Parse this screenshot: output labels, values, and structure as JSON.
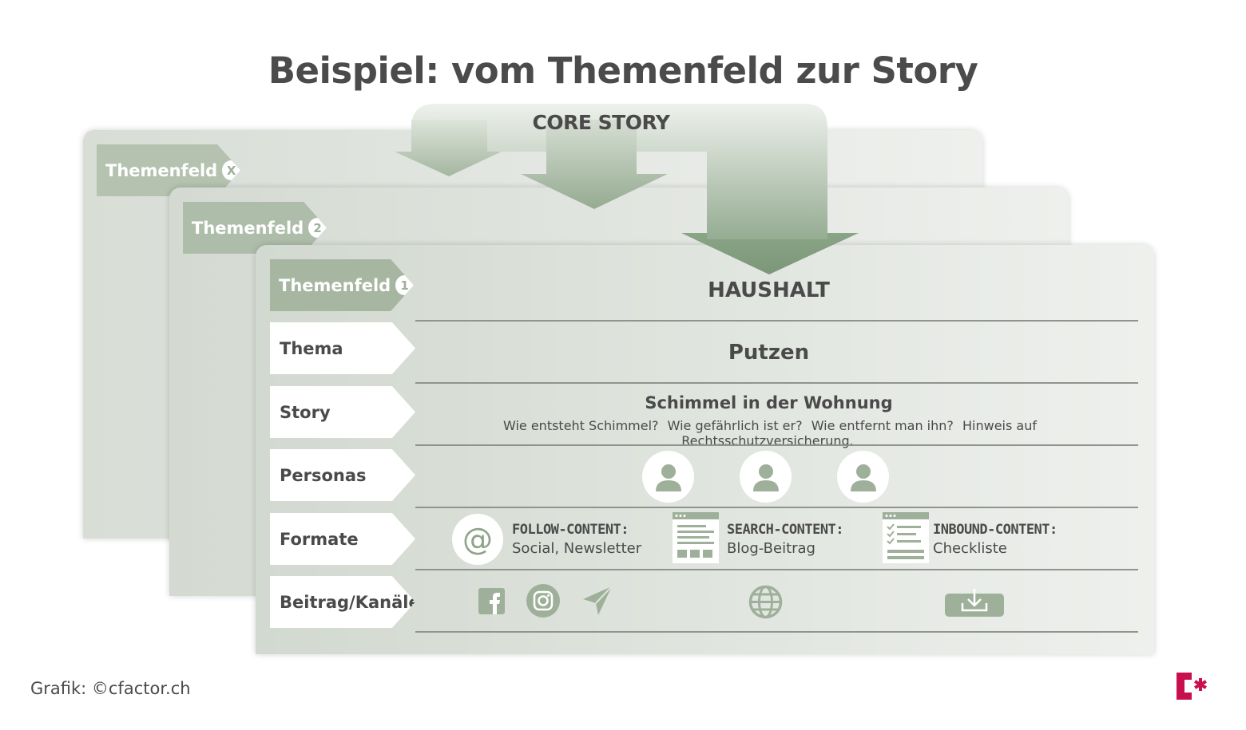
{
  "title": "Beispiel: vom Themenfeld zur Story",
  "core_story": "CORE STORY",
  "themenfelder": [
    {
      "label": "Themenfeld",
      "badge": "X"
    },
    {
      "label": "Themenfeld",
      "badge": "2"
    },
    {
      "label": "Themenfeld",
      "badge": "1"
    }
  ],
  "rows": {
    "thema": "Thema",
    "story": "Story",
    "personas": "Personas",
    "formate": "Formate",
    "kanaele": "Beitrag/Kanäle"
  },
  "content": {
    "haushalt": "HAUSHALT",
    "putzen": "Putzen",
    "story_title": "Schimmel in der Wohnung",
    "questions": [
      "Wie entsteht Schimmel?",
      "Wie gefährlich ist er?",
      "Wie entfernt man ihn?",
      "Hinweis auf Rechtsschutzversicherung."
    ]
  },
  "personas": [
    "person-icon",
    "person-icon",
    "person-icon"
  ],
  "formate": [
    {
      "type": "FOLLOW-CONTENT:",
      "desc": "Social, Newsletter",
      "icon": "at-icon"
    },
    {
      "type": "SEARCH-CONTENT:",
      "desc": "Blog-Beitrag",
      "icon": "blog-page-icon"
    },
    {
      "type": "INBOUND-CONTENT:",
      "desc": "Checkliste",
      "icon": "checklist-icon"
    }
  ],
  "kanaele": [
    "facebook-icon",
    "instagram-icon",
    "send-icon",
    "globe-icon",
    "download-icon"
  ],
  "footer": "Grafik: ©cfactor.ch",
  "logo_text": "C*",
  "colors": {
    "accent_green": "#a6b6a0",
    "arrow_dark": "#7f9a7c",
    "logo": "#c8104e"
  }
}
